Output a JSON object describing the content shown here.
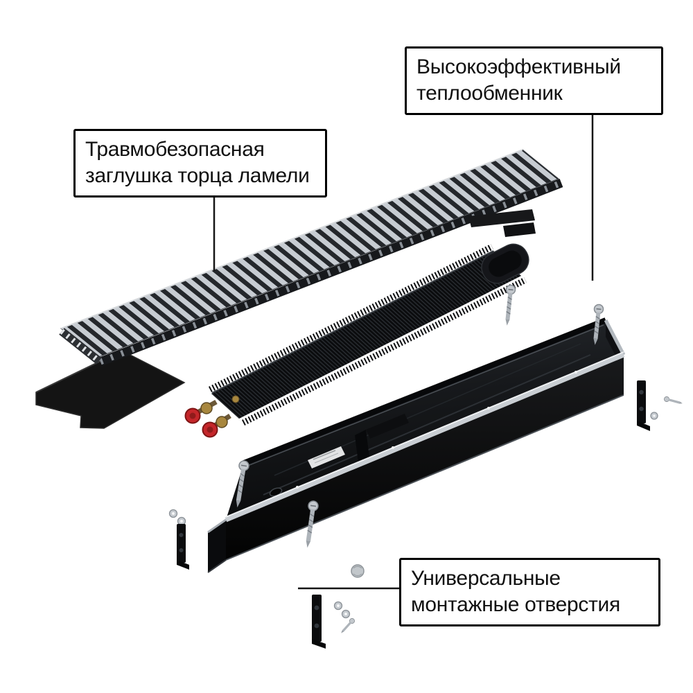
{
  "callouts": {
    "heat_exchanger": {
      "text": "Высокоэффективный\nтеплообменник"
    },
    "end_cap": {
      "text": "Травмобезопасная\nзаглушка торца ламели"
    },
    "mounting_holes": {
      "text": "Универсальные\nмонтажные отверстия"
    }
  },
  "colors": {
    "background": "#ffffff",
    "callout-border": "#000000",
    "callout-text": "#101010",
    "leader-line": "#151515",
    "valve-red": "#c4262a",
    "valve-brass": "#a8873e",
    "metal-light": "#c7ccd2",
    "body-black": "#0c0d0f"
  },
  "illustration": {
    "parts": [
      "grille",
      "grille-hanger-bracket",
      "heat-exchanger",
      "valve-connections",
      "casing",
      "end-cap",
      "screws",
      "washers",
      "mounting-brackets",
      "label-sticker"
    ]
  }
}
